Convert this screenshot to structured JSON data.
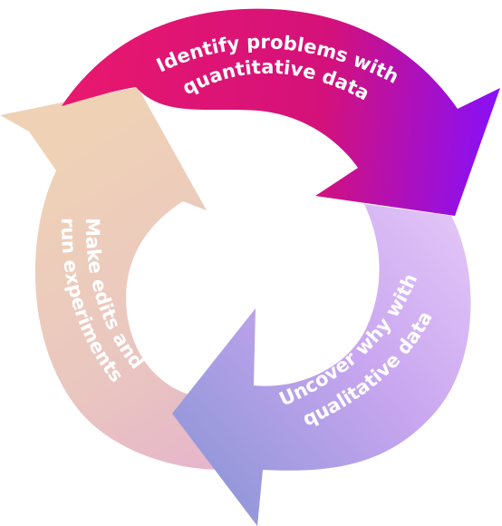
{
  "diagram": {
    "steps": [
      {
        "line1": "Identify problems with",
        "line2": "quantitative data",
        "gradient": [
          "#e8186e",
          "#d4117a",
          "#8a10f5"
        ]
      },
      {
        "line1": "Uncover why with",
        "line2": "qualitative data",
        "gradient": [
          "#e3c6f7",
          "#c9a6f0",
          "#8f96d8"
        ]
      },
      {
        "line1": "Make edits and",
        "line2": "run experiments",
        "gradient": [
          "#efd2b6",
          "#eac6c0",
          "#e6b4cc"
        ]
      }
    ]
  }
}
